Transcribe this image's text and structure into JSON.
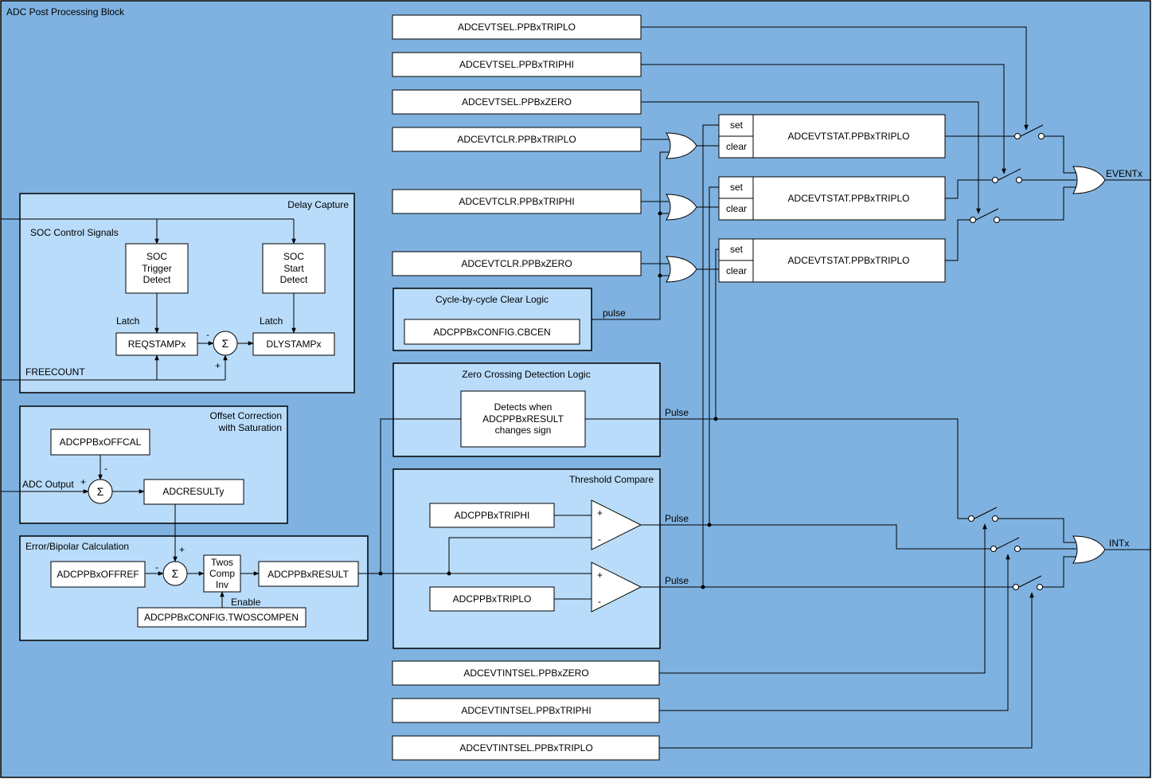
{
  "title": "ADC Post Processing Block",
  "colors": {
    "background": "#7fb2e0",
    "panel": "#b9dcfa",
    "box": "#ffffff",
    "line": "#000000"
  },
  "evtsel": [
    "ADCEVTSEL.PPBxTRIPLO",
    "ADCEVTSEL.PPBxTRIPHI",
    "ADCEVTSEL.PPBxZERO"
  ],
  "evtclr": [
    "ADCEVTCLR.PPBxTRIPLO",
    "ADCEVTCLR.PPBxTRIPHI",
    "ADCEVTCLR.PPBxZERO"
  ],
  "evtstat": {
    "set_label": "set",
    "clear_label": "clear",
    "names": [
      "ADCEVTSTAT.PPBxTRIPLO",
      "ADCEVTSTAT.PPBxTRIPLO",
      "ADCEVTSTAT.PPBxTRIPLO"
    ]
  },
  "outputs": {
    "event": "EVENTx",
    "interrupt": "INTx"
  },
  "cbc": {
    "title": "Cycle-by-cycle Clear Logic",
    "register": "ADCPPBxCONFIG.CBCEN",
    "signal": "pulse"
  },
  "zero_crossing": {
    "title": "Zero Crossing Detection Logic",
    "description": [
      "Detects when",
      "ADCPPBxRESULT",
      "changes sign"
    ],
    "pulse": "Pulse"
  },
  "threshold": {
    "title": "Threshold Compare",
    "triphi": "ADCPPBxTRIPHI",
    "triplo": "ADCPPBxTRIPLO",
    "plus": "+",
    "minus": "-",
    "pulse": "Pulse"
  },
  "intsel": [
    "ADCEVTINTSEL.PPBxZERO",
    "ADCEVTINTSEL.PPBxTRIPHI",
    "ADCEVTINTSEL.PPBxTRIPLO"
  ],
  "delay_capture": {
    "title": "Delay Capture",
    "soc_control": "SOC Control Signals",
    "soc_trigger": [
      "SOC",
      "Trigger",
      "Detect"
    ],
    "soc_start": [
      "SOC",
      "Start",
      "Detect"
    ],
    "latch": "Latch",
    "reqstamp": "REQSTAMPx",
    "dlystamp": "DLYSTAMPx",
    "freecount": "FREECOUNT",
    "sigma": "Σ",
    "minus": "-",
    "plus": "+"
  },
  "offset": {
    "title": [
      "Offset Correction",
      "with Saturation"
    ],
    "offcal": "ADCPPBxOFFCAL",
    "adc_output": "ADC Output",
    "adcresult": "ADCRESULTy",
    "sigma": "Σ",
    "plus": "+",
    "minus": "-"
  },
  "error": {
    "title": "Error/Bipolar Calculation",
    "offref": "ADCPPBxOFFREF",
    "twos": [
      "Twos",
      "Comp",
      "Inv"
    ],
    "result": "ADCPPBxRESULT",
    "enable": "Enable",
    "config": "ADCPPBxCONFIG.TWOSCOMPEN",
    "sigma": "Σ",
    "minus": "-",
    "plus": "+"
  }
}
